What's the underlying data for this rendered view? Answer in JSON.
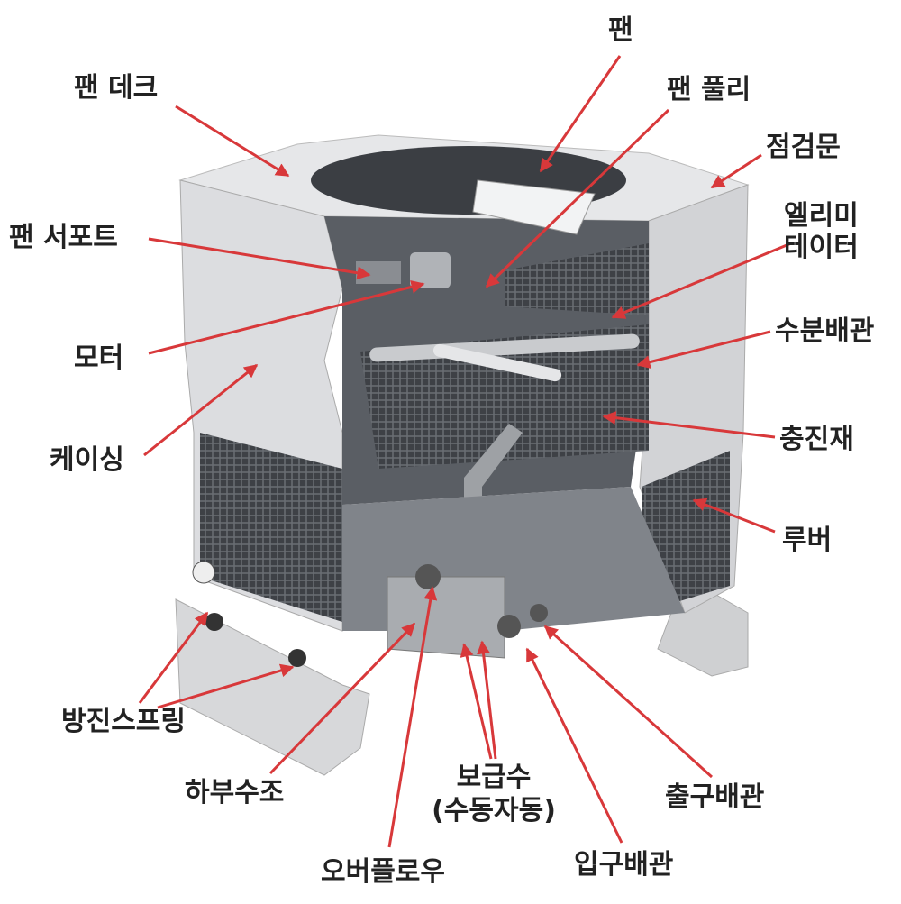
{
  "title": "냉각탑 구조도",
  "colors": {
    "arrow": "#d8383a",
    "label": "#222222",
    "casing": "#d9dadc",
    "fill_media": "#4a4d52"
  },
  "labels": {
    "fan": "팬",
    "fan_deck": "팬 데크",
    "fan_pulley": "팬 풀리",
    "inspection_door": "점검문",
    "fan_support": "팬 서포트",
    "eliminator_1": "엘리미",
    "eliminator_2": "테이터",
    "water_pipe": "수분배관",
    "motor": "모터",
    "fill": "충진재",
    "casing": "케이싱",
    "louver": "루버",
    "spring": "방진스프링",
    "basin": "하부수조",
    "makeup_1": "보급수",
    "makeup_2": "(수동자동)",
    "outlet": "출구배관",
    "inlet": "입구배관",
    "overflow": "오버플로우"
  }
}
